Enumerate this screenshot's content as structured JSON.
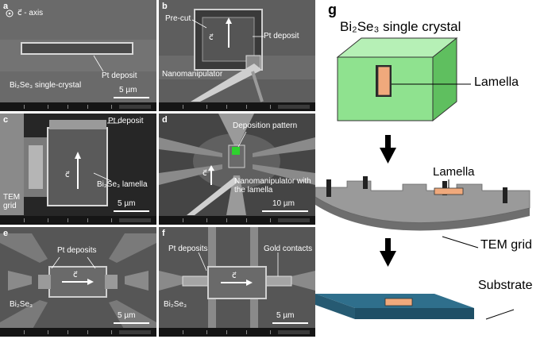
{
  "panels": {
    "a": {
      "letter": "a",
      "axis": "c⃗ - axis",
      "pt": "Pt deposit",
      "crystal": "Bi₂Se₃ single-crystal",
      "scale": "5 µm"
    },
    "b": {
      "letter": "b",
      "precut": "Pre-cut",
      "pt": "Pt deposit",
      "manip": "Nanomanipulator",
      "c": "c⃗"
    },
    "c": {
      "letter": "c",
      "pt": "Pt deposit",
      "lamella": "Bi₂Se₃ lamella",
      "tem": "TEM grid",
      "scale": "5 µm",
      "c": "c⃗"
    },
    "d": {
      "letter": "d",
      "pattern": "Deposition pattern",
      "manip": "Nanomanipulator with the lamella",
      "scale": "10 µm",
      "c": "c⃗"
    },
    "e": {
      "letter": "e",
      "pt": "Pt deposits",
      "mat": "Bi₂Se₃",
      "scale": "5 µm",
      "c": "c⃗"
    },
    "f": {
      "letter": "f",
      "pt": "Pt deposits",
      "gold": "Gold contacts",
      "mat": "Bi₂Se₃",
      "scale": "5 µm",
      "c": "c⃗"
    }
  },
  "schematic": {
    "letter": "g",
    "crystal": "Bi₂Se₃ single crystal",
    "lamella1": "Lamella",
    "lamella2": "Lamella",
    "grid": "TEM grid",
    "substrate": "Substrate"
  },
  "colors": {
    "crystal_front": "#8fe28f",
    "crystal_top": "#b6f0b6",
    "crystal_side": "#5fbf5f",
    "lamella": "#f0a97c",
    "grid": "#9a9a9a",
    "substrate": "#2f6f8c"
  }
}
